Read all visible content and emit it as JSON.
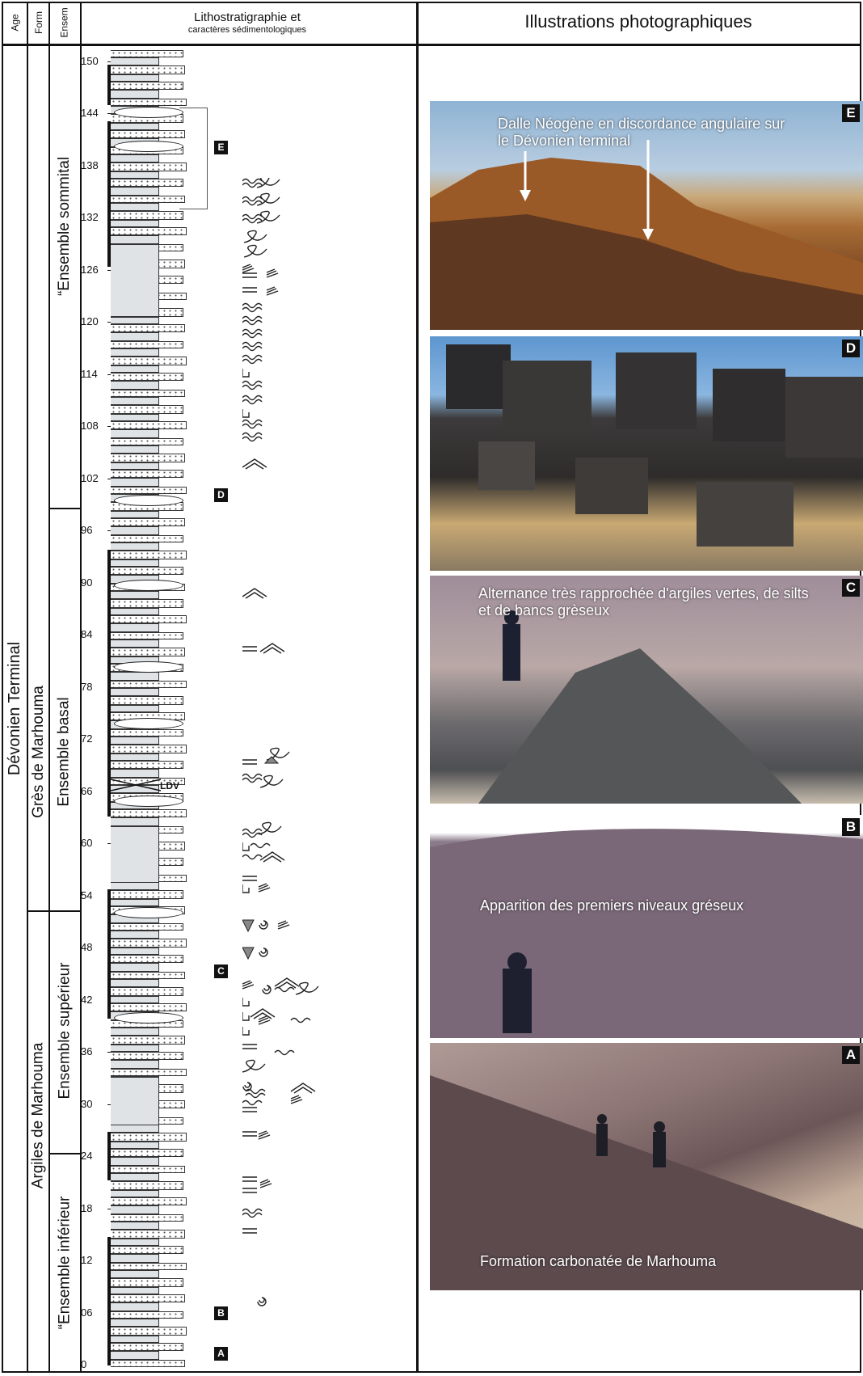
{
  "header": {
    "age": "Age",
    "form": "Form",
    "ensemble": "Ensem",
    "litho_line1": "Lithostratigraphie et",
    "litho_line2": "caractères sédimentologiques",
    "illustrations": "Illustrations photographiques"
  },
  "units": {
    "age": "Dévonien Terminal",
    "formation_upper": "Grès de Marhouma",
    "formation_lower": "Argiles de Marhouma",
    "ens_sommital": "“Ensemble sommital",
    "ens_basal": "Ensemble basal",
    "ens_superieur": "Ensemble supérieur",
    "ens_inferieur": "“Ensemble inférieur"
  },
  "scale": {
    "unit": "m",
    "ticks": [
      "0",
      "06",
      "12",
      "18",
      "24",
      "30",
      "36",
      "42",
      "48",
      "54",
      "60",
      "66",
      "72",
      "78",
      "84",
      "90",
      "96",
      "102",
      "108",
      "114",
      "120",
      "126",
      "132",
      "138",
      "144",
      "150"
    ]
  },
  "column": {
    "markers": [
      "A",
      "B",
      "C",
      "D",
      "E"
    ],
    "ldv_label": "LDV"
  },
  "photos": [
    {
      "letter": "E",
      "caption": "Dalle Néogène en discordance angulaire  sur le Dévonien terminal"
    },
    {
      "letter": "D",
      "caption": ""
    },
    {
      "letter": "C",
      "caption": "Alternance très rapprochée d'argiles vertes, de silts et de bancs grèseux"
    },
    {
      "letter": "B",
      "caption": "Apparition des premiers niveaux gréseux"
    },
    {
      "letter": "A",
      "caption": "Formation carbonatée de Marhouma"
    }
  ],
  "colors": {
    "shale": "#dfe3e6",
    "sandstone": "#ffffff",
    "frame": "#111111"
  }
}
